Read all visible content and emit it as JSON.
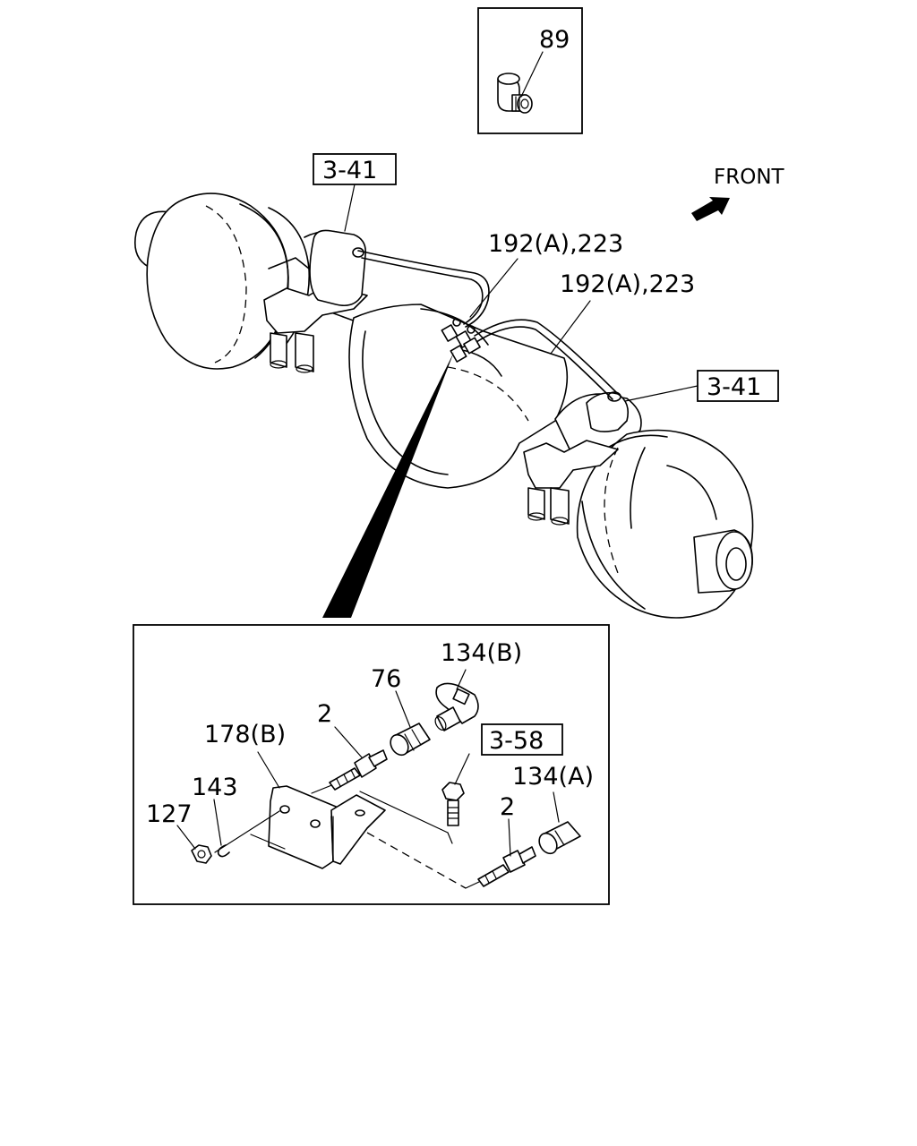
{
  "labels": {
    "part_89": "89",
    "ref_3_41_top": "3-41",
    "ref_3_41_right": "3-41",
    "ref_3_58": "3-58",
    "front": "FRONT",
    "part_192a_223_upper": "192(A),223",
    "part_192a_223_lower": "192(A),223",
    "part_134b": "134(B)",
    "part_76": "76",
    "part_2_upper": "2",
    "part_178b": "178(B)",
    "part_143": "143",
    "part_127": "127",
    "part_134a": "134(A)",
    "part_2_lower": "2"
  },
  "colors": {
    "line": "#000000",
    "background": "#ffffff"
  }
}
